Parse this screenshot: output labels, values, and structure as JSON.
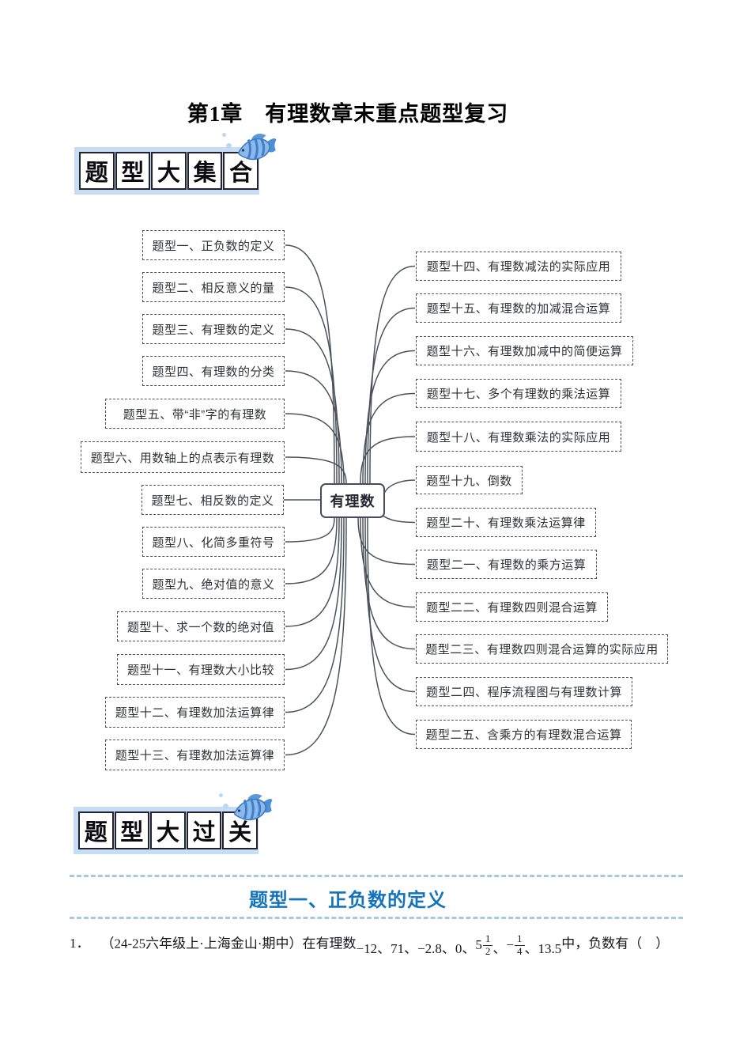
{
  "page": {
    "title": "第1章　有理数章末重点题型复习"
  },
  "banner_collection": {
    "chars": [
      "题",
      "型",
      "大",
      "集",
      "合"
    ]
  },
  "banner_pass": {
    "chars": [
      "题",
      "型",
      "大",
      "过",
      "关"
    ]
  },
  "mindmap": {
    "center": "有理数",
    "left_items": [
      "题型一、正负数的定义",
      "题型二、相反意义的量",
      "题型三、有理数的定义",
      "题型四、有理数的分类",
      "题型五、带“非”字的有理数",
      "题型六、用数轴上的点表示有理数",
      "题型七、相反数的定义",
      "题型八、化简多重符号",
      "题型九、绝对值的意义",
      "题型十、求一个数的绝对值",
      "题型十一、有理数大小比较",
      "题型十二、有理数加法运算律",
      "题型十三、有理数加法运算律"
    ],
    "right_items": [
      "题型十四、有理数减法的实际应用",
      "题型十五、有理数的加减混合运算",
      "题型十六、有理数加减中的简便运算",
      "题型十七、多个有理数的乘法运算",
      "题型十八、有理数乘法的实际应用",
      "题型十九、倒数",
      "题型二十、有理数乘法运算律",
      "题型二一、有理数的乘方运算",
      "题型二二、有理数四则混合运算",
      "题型二三、有理数四则混合运算的实际应用",
      "题型二四、程序流程图与有理数计算",
      "题型二五、含乘方的有理数混合运算"
    ]
  },
  "section": {
    "heading": "题型一、正负数的定义"
  },
  "question": {
    "number": "1．",
    "prefix": "（24-25六年级上·上海金山·期中）在有理数",
    "suffix": "中，负数有（　）",
    "numbers": [
      {
        "t": "−12",
        "sep": "、"
      },
      {
        "t": "71",
        "sep": "、"
      },
      {
        "t": "−2.8",
        "sep": "、"
      },
      {
        "t": "0",
        "sep": "、"
      },
      {
        "whole": "5",
        "num": "1",
        "den": "2",
        "sep": "、"
      },
      {
        "sign": "−",
        "num": "1",
        "den": "4",
        "sep": "、"
      },
      {
        "t": "13.5",
        "sep": ""
      }
    ]
  },
  "colors": {
    "banner_bg": "#c7dcf5",
    "heading_blue": "#1474bb",
    "divider_blue": "#aac7e0",
    "map_stroke": "#4c515c"
  }
}
